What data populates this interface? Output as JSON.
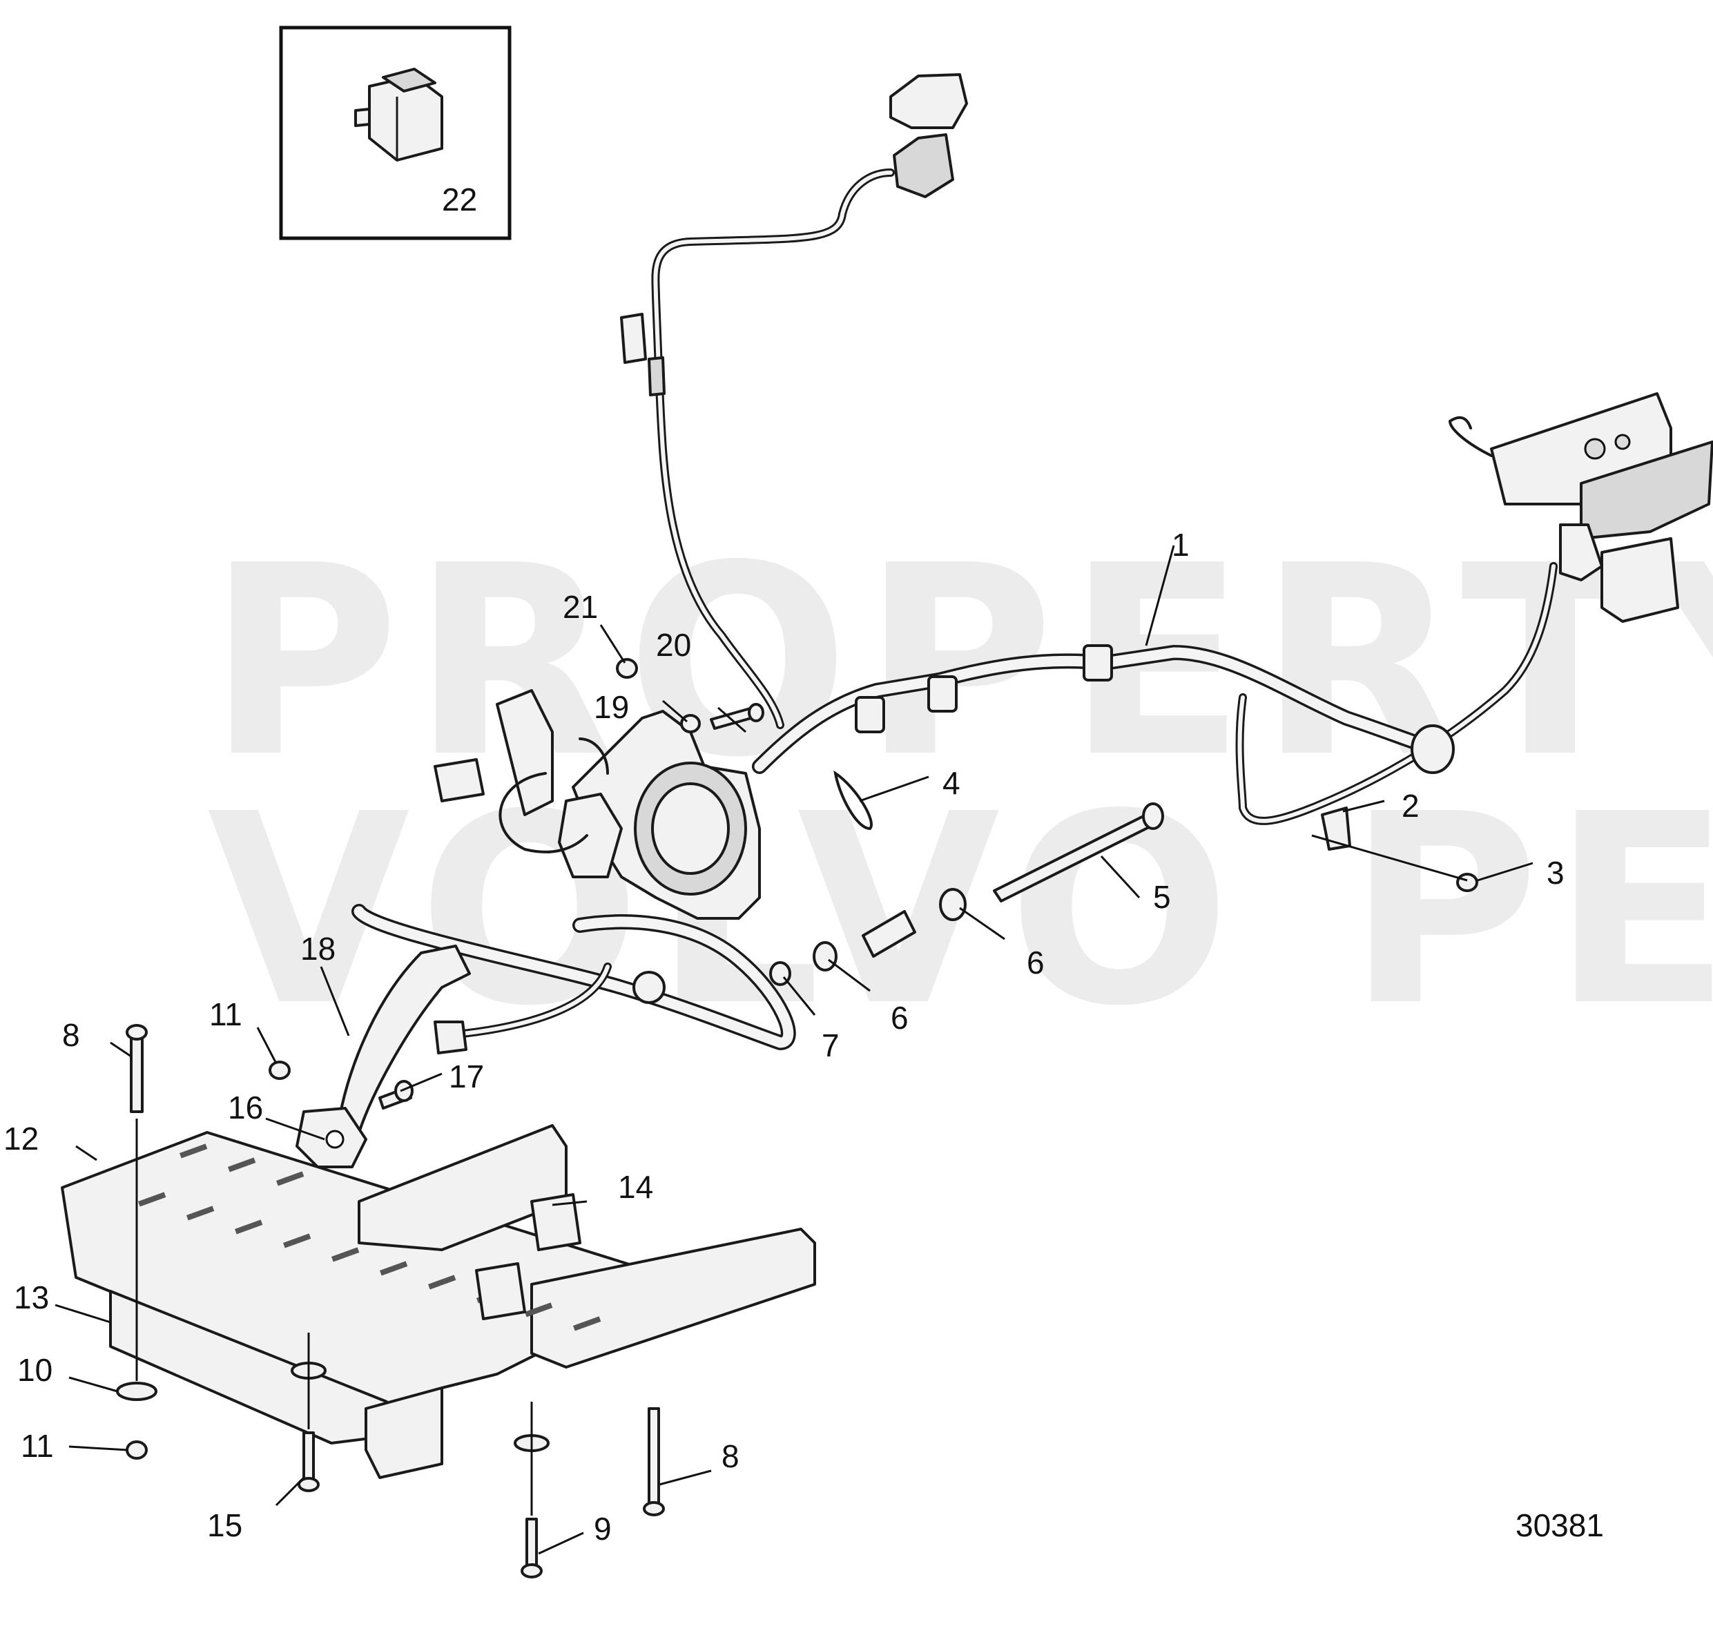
{
  "watermark": {
    "line1": "PROPERTY OF",
    "line2": "VOLVO PENTA"
  },
  "drawing_number": "30381",
  "inset": {
    "label": "22"
  },
  "callouts": {
    "c1": "1",
    "c2": "2",
    "c3": "3",
    "c4": "4",
    "c5": "5",
    "c6a": "6",
    "c6b": "6",
    "c7": "7",
    "c8a": "8",
    "c8b": "8",
    "c9": "9",
    "c10": "10",
    "c11a": "11",
    "c11b": "11",
    "c12": "12",
    "c13": "13",
    "c14": "14",
    "c15": "15",
    "c16": "16",
    "c17": "17",
    "c18": "18",
    "c19": "19",
    "c20": "20",
    "c21": "21"
  }
}
